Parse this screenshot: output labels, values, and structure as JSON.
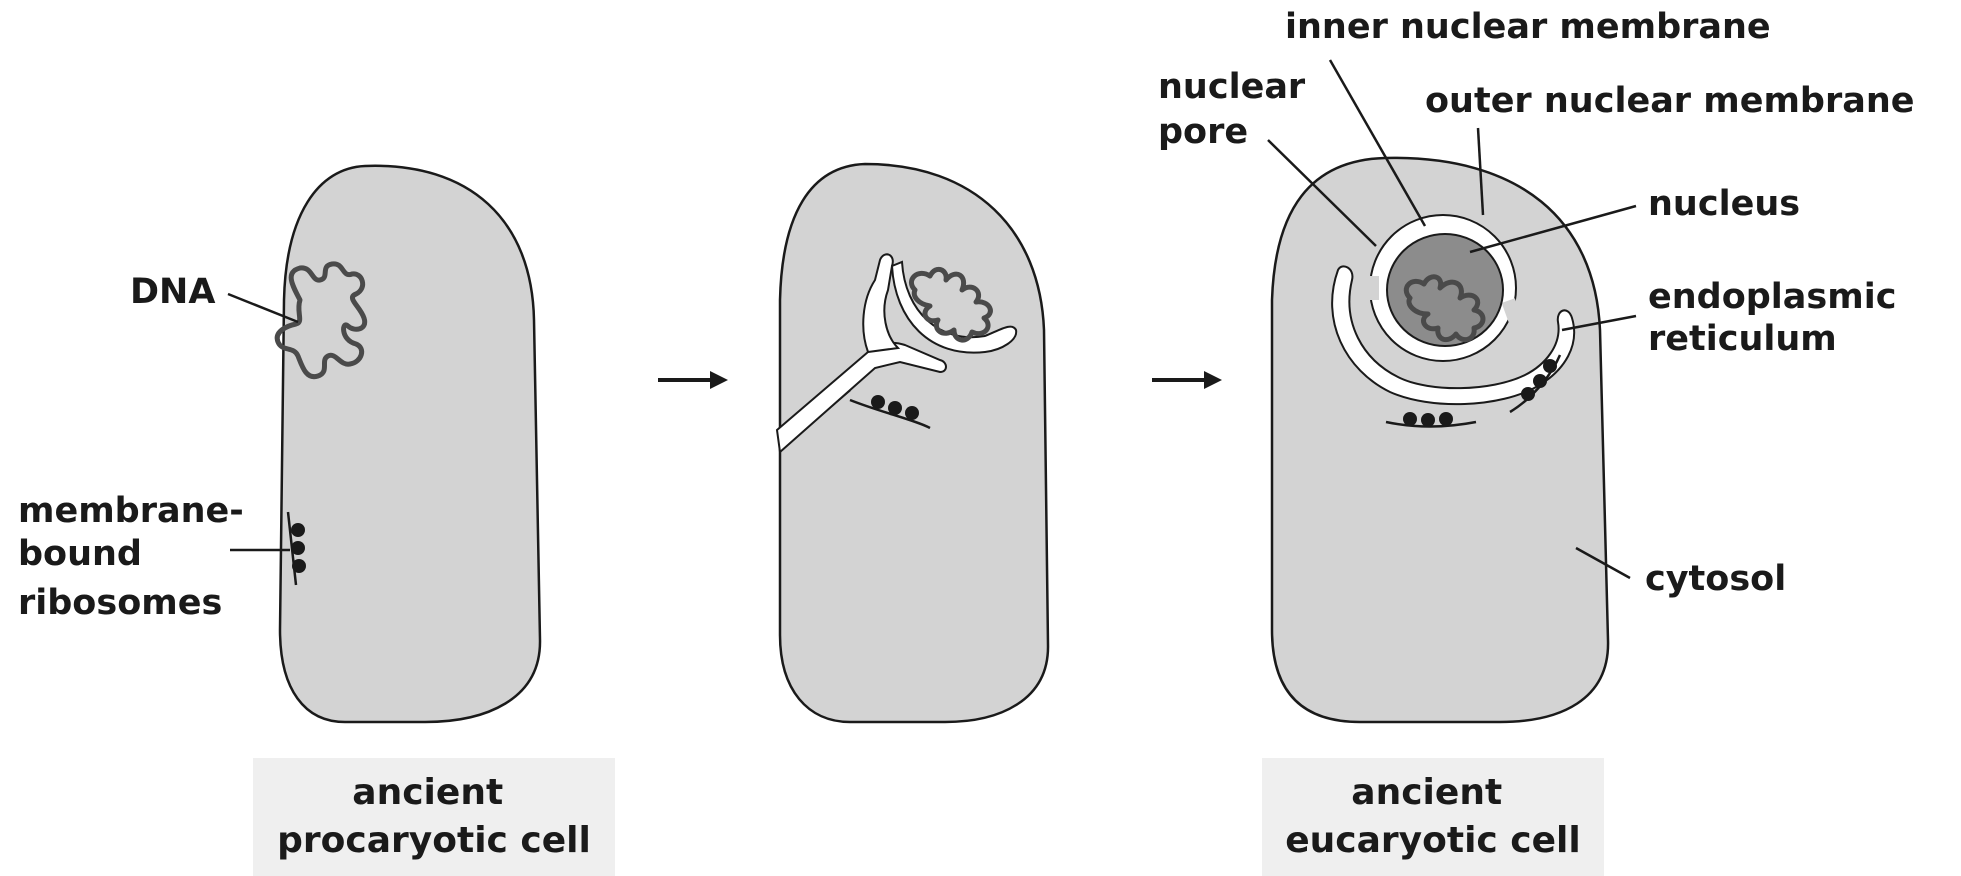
{
  "labels": {
    "dna": "DNA",
    "membrane_bound_ribosomes": [
      "membrane-",
      "bound",
      "ribosomes"
    ],
    "inner_nuclear_membrane": "inner nuclear membrane",
    "nuclear_pore": [
      "nuclear",
      "pore"
    ],
    "outer_nuclear_membrane": "outer nuclear membrane",
    "nucleus": "nucleus",
    "endoplasmic_reticulum": [
      "endoplasmic",
      "reticulum"
    ],
    "cytosol": "cytosol"
  },
  "captions": {
    "procaryotic": [
      "ancient",
      "procaryotic cell"
    ],
    "eucaryotic": [
      "ancient",
      "eucaryotic cell"
    ]
  },
  "colors": {
    "cell_fill": "#d3d3d3",
    "nucleus_fill": "#8c8c8c",
    "outline": "#1a1a1a",
    "dna_stroke": "#4a4a4a",
    "caption_box": "#efefef"
  }
}
